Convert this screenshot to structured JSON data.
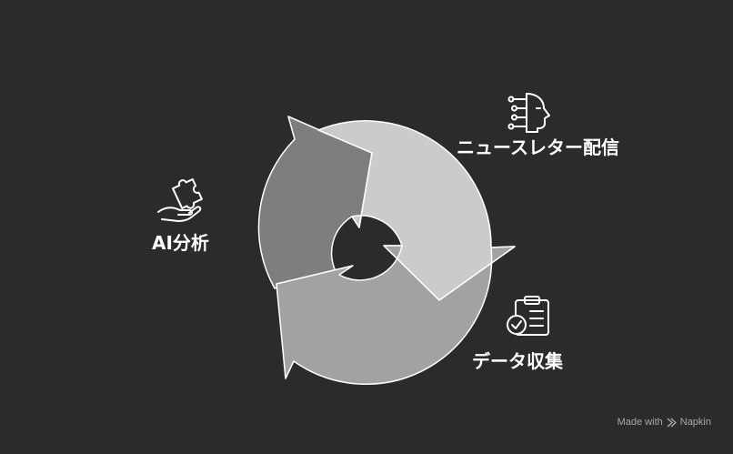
{
  "diagram": {
    "steps": [
      {
        "id": "newsletter",
        "label": "ニュースレター配信",
        "icon": "ai-head-icon",
        "color": "#cbcbcb"
      },
      {
        "id": "collect",
        "label": "データ収集",
        "icon": "clipboard-check-icon",
        "color": "#a2a2a2"
      },
      {
        "id": "analysis",
        "label": "AI分析",
        "icon": "puzzle-hand-icon",
        "color": "#7e7e7e"
      }
    ]
  },
  "watermark": {
    "text": "Made with",
    "brand": "Napkin"
  },
  "colors": {
    "background": "#2b2b2b",
    "stroke": "#ffffff"
  }
}
